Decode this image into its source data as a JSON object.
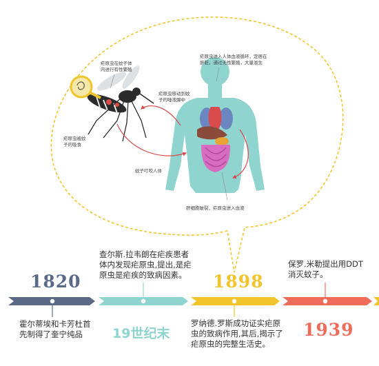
{
  "diagram": {
    "labels": {
      "mosquito_stomach": "疟原虫在蚊子体\n内进行有性繁殖",
      "mosquito_gland": "疟原虫移动到蚊\n子的唾液腺中",
      "mosquito_bite": "疟原虫被蚊\n子的吸食",
      "bite_human": "蚊子叮咬人体",
      "blood_liver": "疟原虫进入人体血液循环，定居在\n肝脏，通过无性繁殖，大量滋生",
      "liver_rupture": "肝细胞破裂，疟原虫进入血液"
    }
  },
  "timeline": {
    "events": [
      {
        "year": "1820",
        "desc": "霍尔蒂埃和卡芳杜首\n先制得了奎宁纯品",
        "color": "#5a6a86"
      },
      {
        "year": "",
        "desc": "查尔斯.拉韦朗在疟疾患者\n体内发现疟原虫,提出,是疟\n原虫是疟疾的致病因素。",
        "color": "#8fd4cf"
      },
      {
        "year": "1898",
        "desc": "罗纳德.罗斯成功证实疟原\n虫的致病作用,其后,揭示了\n疟原虫的完整生活史。",
        "color": "#f2c42c"
      },
      {
        "year": "1939",
        "desc": "保罗.米勒提出用DDT\n消灭蚊子。",
        "color": "#ef6b5a"
      }
    ],
    "century_label": "19世纪末"
  },
  "colors": {
    "dashed_bubble": "#f2c42c",
    "human_body": "#8fd4cf",
    "arrow_red": "#d94a4a",
    "bg": "#ffffff"
  }
}
